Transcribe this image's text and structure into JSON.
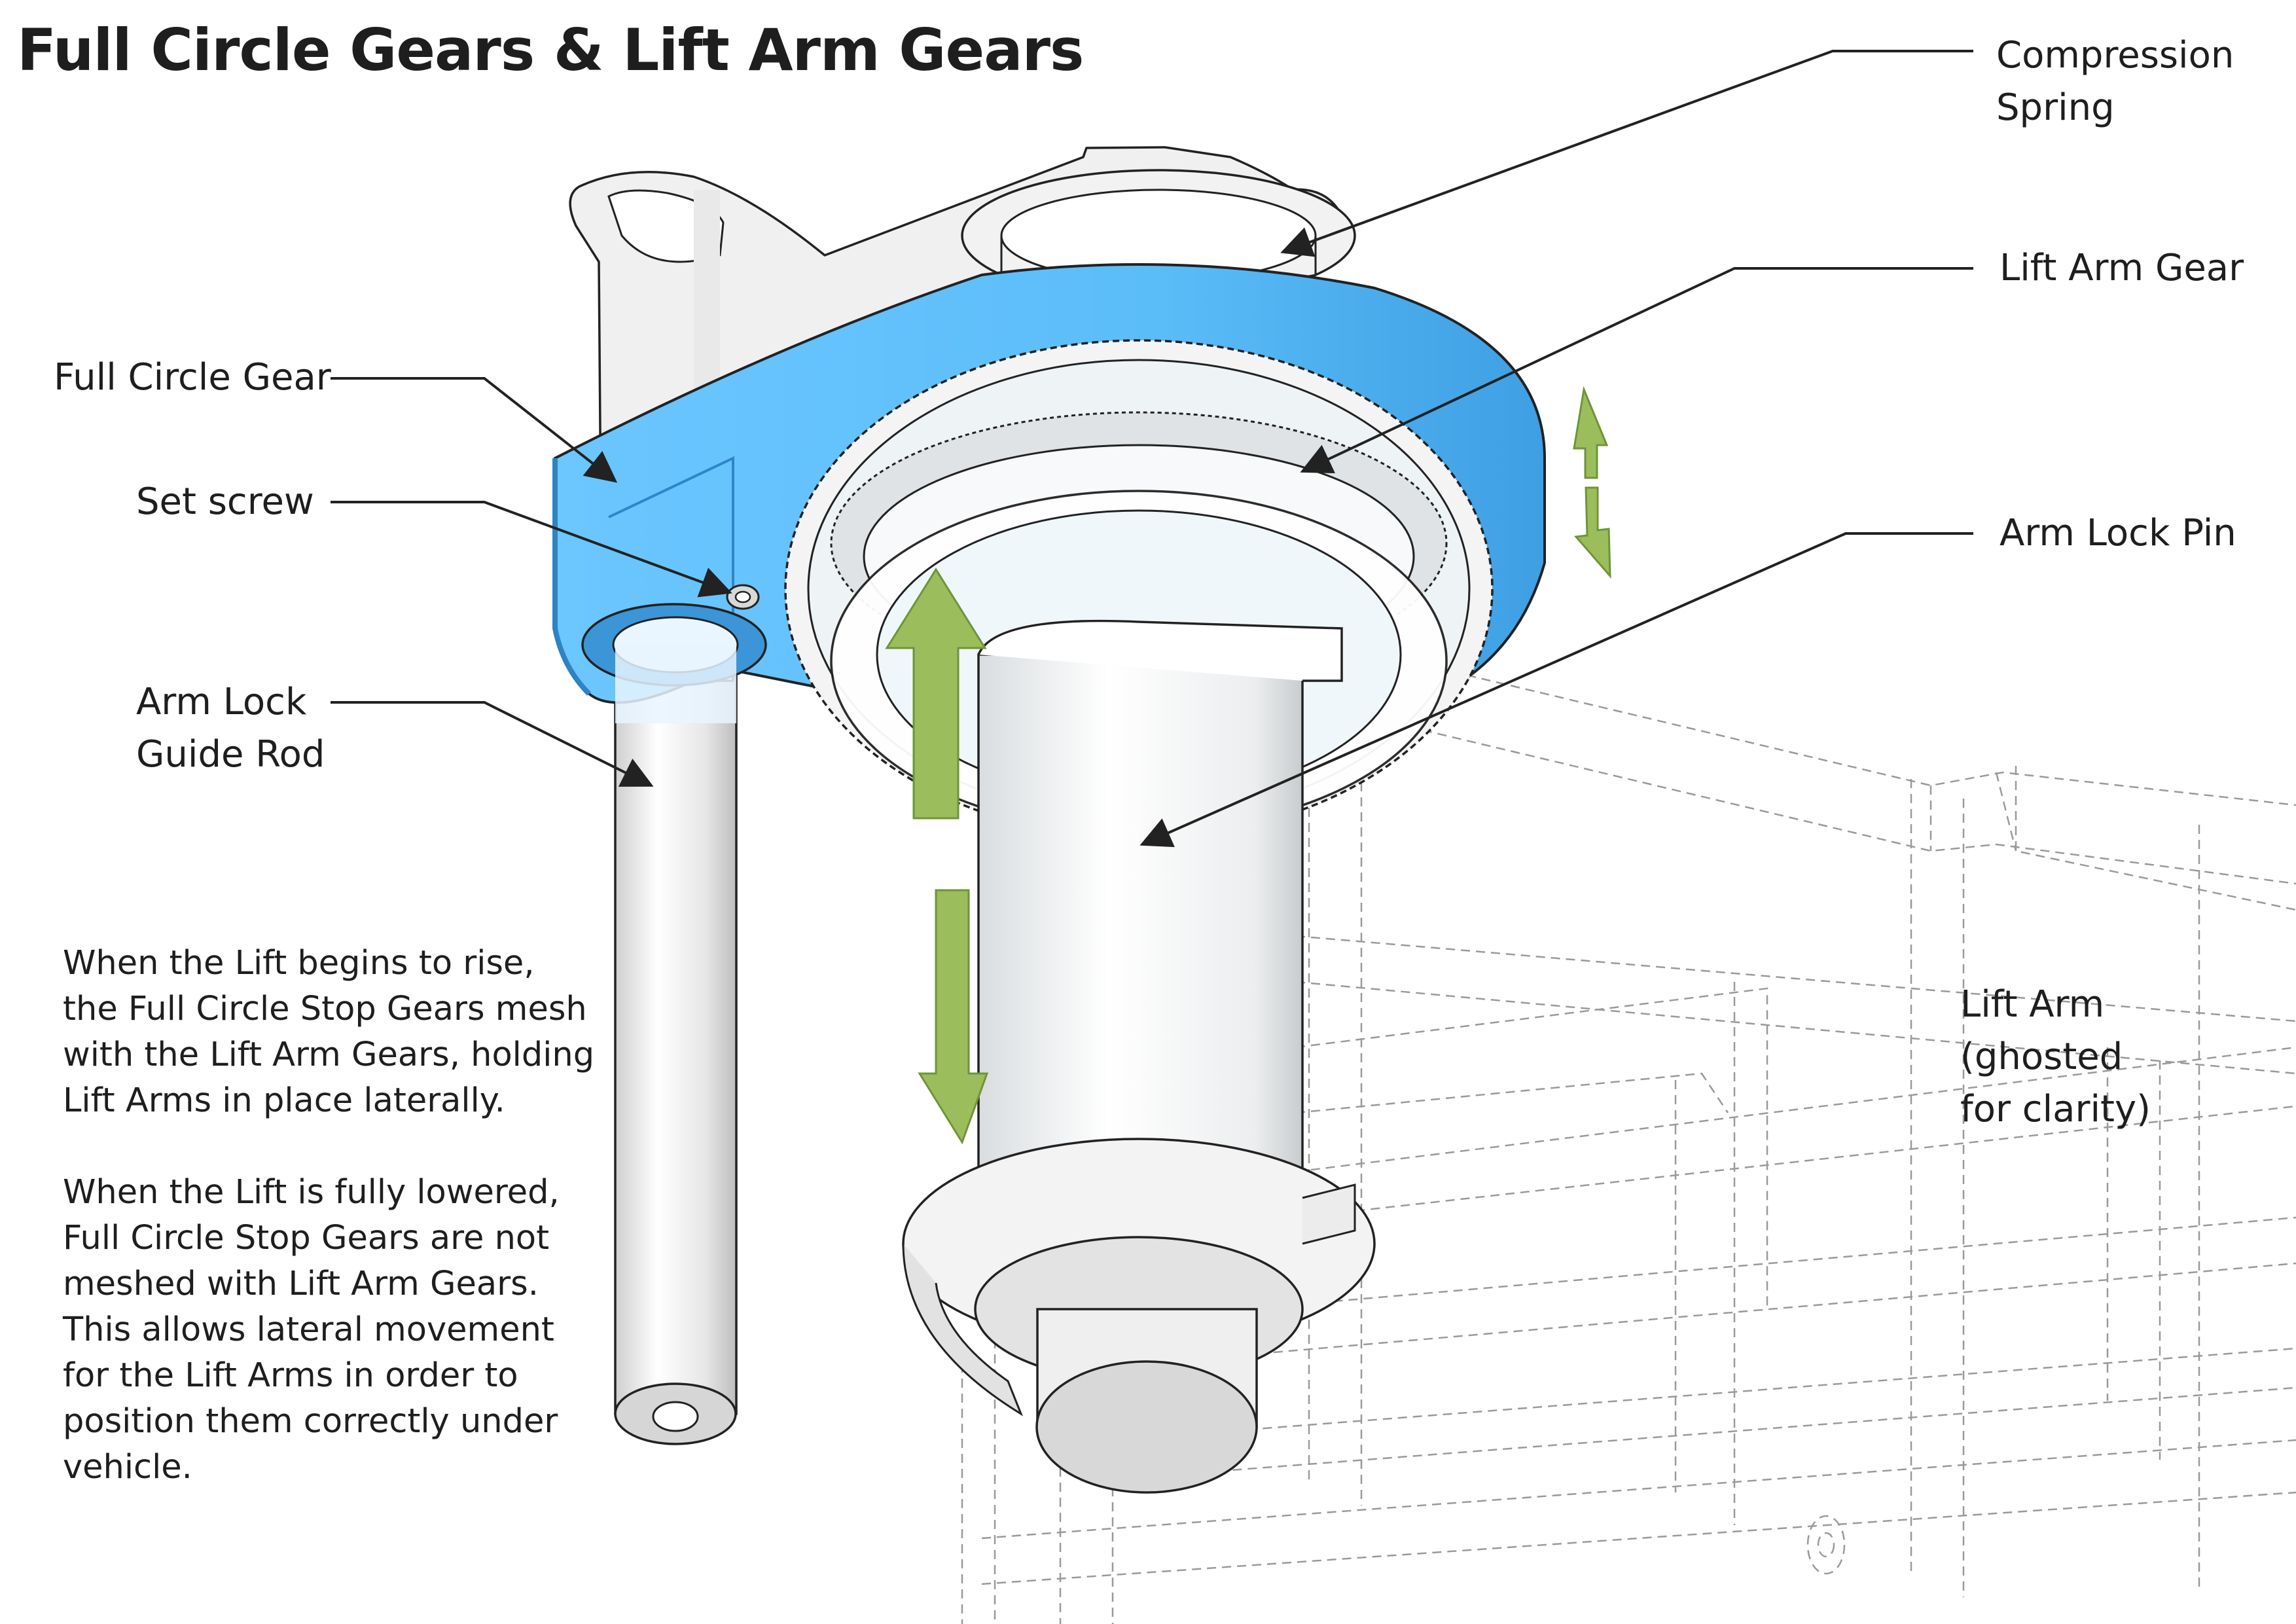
{
  "title": "Full Circle Gears & Lift Arm Gears",
  "labels": {
    "compression_spring": [
      "Compression",
      "Spring"
    ],
    "lift_arm_gear": "Lift Arm Gear",
    "arm_lock_pin": "Arm Lock Pin",
    "full_circle_gear": "Full Circle Gear",
    "set_screw": "Set screw",
    "arm_lock_guide_rod": [
      "Arm Lock",
      "Guide Rod"
    ],
    "lift_arm_ghosted": [
      "Lift Arm",
      "(ghosted",
      "for clarity)"
    ]
  },
  "descriptions": {
    "rise": [
      "When the Lift begins to rise,",
      "the Full Circle Stop Gears mesh",
      "with the Lift Arm Gears, holding",
      "Lift Arms in place laterally."
    ],
    "lowered": [
      "When the Lift is fully lowered,",
      "Full Circle Stop Gears are not",
      "meshed with Lift Arm Gears.",
      "This allows lateral movement",
      "for the Lift Arms in order to",
      "position them correctly under",
      "vehicle."
    ]
  },
  "colors": {
    "full_circle_gear": "#5bbdf8",
    "full_circle_gear_shade": "#3a9ee6",
    "motion_arrows": "#9bbd5c",
    "text": "#1e1e1e",
    "line": "#222222",
    "ghost_lines": "#9a9a9a"
  },
  "icons": {
    "motion_up": "arrow-up-icon",
    "motion_down": "arrow-down-icon",
    "motion_vertical": "double-arrow-icon"
  }
}
